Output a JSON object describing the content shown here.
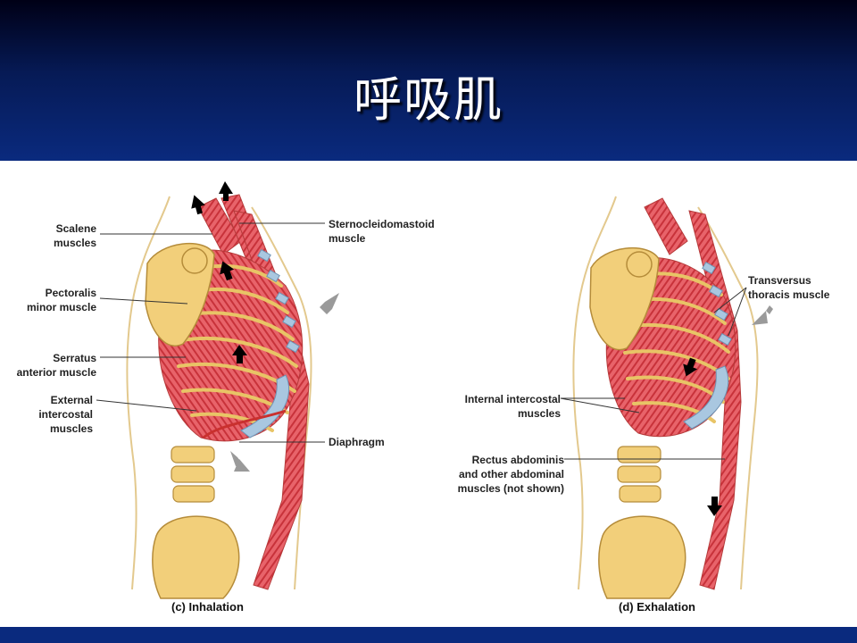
{
  "slide": {
    "title": "呼吸肌"
  },
  "inhalation": {
    "caption": "(c) Inhalation",
    "labels": {
      "scalene": [
        "Scalene",
        "muscles"
      ],
      "pectoralis": [
        "Pectoralis",
        "minor muscle"
      ],
      "serratus": [
        "Serratus",
        "anterior muscle"
      ],
      "external": [
        "External",
        "intercostal",
        "muscles"
      ],
      "sternocleidomastoid": [
        "Sternocleidomastoid",
        "muscle"
      ],
      "diaphragm": [
        "Diaphragm"
      ]
    }
  },
  "exhalation": {
    "caption": "(d) Exhalation",
    "labels": {
      "transversus": [
        "Transversus",
        "thoracis muscle"
      ],
      "internal": [
        "Internal intercostal",
        "muscles"
      ],
      "rectus": [
        "Rectus abdominis",
        "and other abdominal",
        "muscles (not shown)"
      ]
    }
  },
  "colors": {
    "muscle": "#d9434a",
    "bone": "#f2cf7a",
    "cartilage": "#a9c7e0",
    "header": "#0a2a7e"
  }
}
